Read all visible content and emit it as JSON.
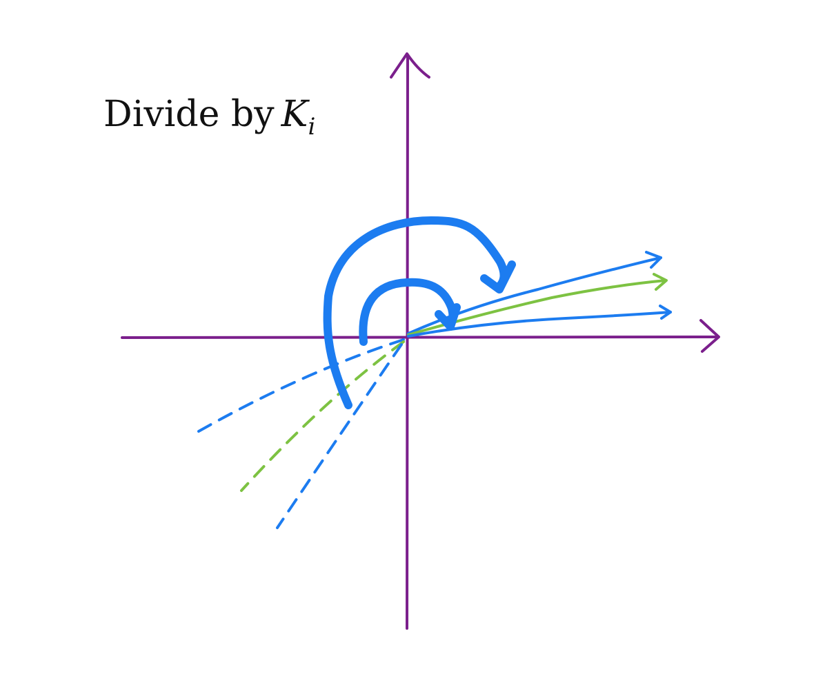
{
  "caption": {
    "text": "Divide by",
    "variable": "K",
    "subscript": "i"
  },
  "colors": {
    "axis": "#7b1f8c",
    "vector_blue": "#1c7cf0",
    "vector_green": "#7dc242",
    "caption_text": "#111111",
    "background": "#ffffff"
  },
  "icons": {
    "axis_arrowheads": "chevron-arrowhead",
    "rotation_arrows": "curved-arrow"
  }
}
